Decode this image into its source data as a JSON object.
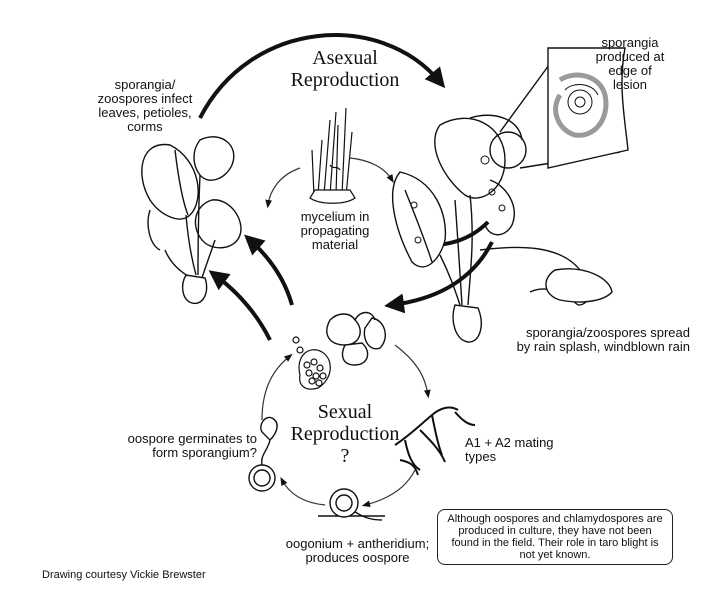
{
  "titles": {
    "asexual": "Asexual Reproduction",
    "sexual_line1": "Sexual",
    "sexual_line2": "Reproduction",
    "sexual_q": "?"
  },
  "labels": {
    "infect": "sporangia/ zoospores infect leaves, petioles, corms",
    "mycelium": "mycelium in propagating material",
    "lesion": "sporangia produced at edge of lesion",
    "spread": "sporangia/zoospores spread by rain splash, windblown rain",
    "mating": "A1 + A2 mating types",
    "oogonium": "oogonium + antheridium; produces oospore",
    "germinate": "oospore germinates to form sporangium?"
  },
  "note": "Although oospores and chlamydospores are produced in culture, they have not been found in the field. Their role in taro blight is not yet known.",
  "credit": "Drawing courtesy Vickie Brewster",
  "colors": {
    "ink": "#111111",
    "lesion_gray": "#9a9a9a",
    "background": "#ffffff"
  }
}
